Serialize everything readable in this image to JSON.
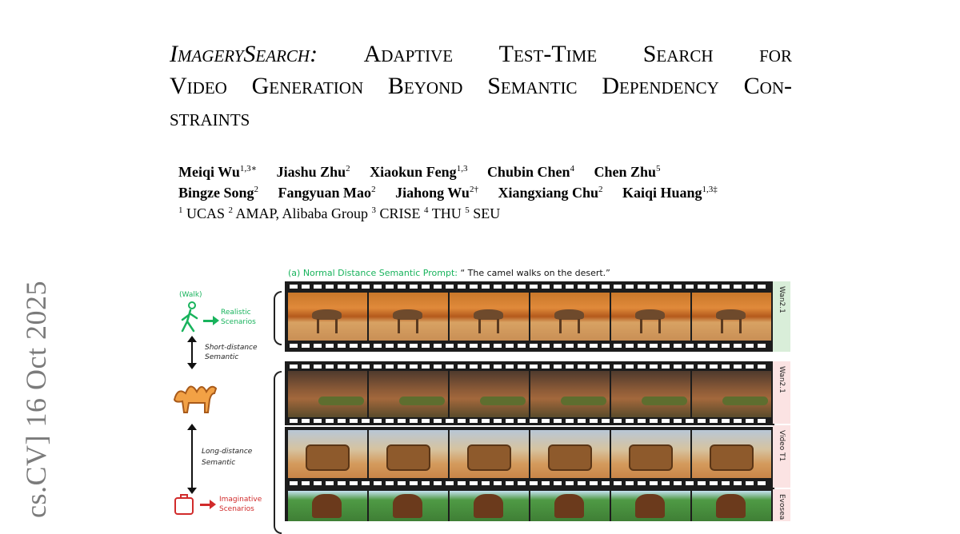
{
  "arxiv_stamp": "cs.CV]  16 Oct 2025",
  "title": {
    "line1": [
      "ImagerySearch:",
      "Adaptive",
      "Test-Time",
      "Search",
      "for"
    ],
    "line2": [
      "Video",
      "Generation",
      "Beyond",
      "Semantic",
      "Dependency",
      "Con-"
    ],
    "line3": "straints"
  },
  "authors": {
    "row1": [
      {
        "name": "Meiqi Wu",
        "sup": "1,3∗"
      },
      {
        "name": "Jiashu Zhu",
        "sup": "2"
      },
      {
        "name": "Xiaokun Feng",
        "sup": "1,3"
      },
      {
        "name": "Chubin Chen",
        "sup": "4"
      },
      {
        "name": "Chen Zhu",
        "sup": "5"
      }
    ],
    "row2": [
      {
        "name": "Bingze Song",
        "sup": "2"
      },
      {
        "name": "Fangyuan Mao",
        "sup": "2"
      },
      {
        "name": "Jiahong Wu",
        "sup": "2†"
      },
      {
        "name": "Xiangxiang Chu",
        "sup": "2"
      },
      {
        "name": "Kaiqi Huang",
        "sup": "1,3‡"
      }
    ],
    "affiliations": [
      {
        "sup": "1",
        "text": "UCAS"
      },
      {
        "sup": "2",
        "text": "AMAP, Alibaba Group"
      },
      {
        "sup": "3",
        "text": "CRISE"
      },
      {
        "sup": "4",
        "text": "THU"
      },
      {
        "sup": "5",
        "text": "SEU"
      }
    ]
  },
  "figure": {
    "prompt_label": "(a) Normal Distance Semantic Prompt:",
    "prompt_text": "“ The camel walks on the desert.”",
    "walk_label": "(Walk)",
    "realistic_label": "Realistic",
    "realistic_label2": "Scenarios",
    "short_distance": "Short-distance",
    "short_semantic": "Semantic",
    "long_distance": "Long-distance",
    "long_semantic": "Semantic",
    "imaginative_label": "Imaginative",
    "imaginative_label2": "Scenarios",
    "side_labels": [
      "Wan2.1",
      "Wan2.1",
      "Video T1",
      "Evosea"
    ],
    "colors": {
      "green": "#18b35c",
      "red": "#d12b2b"
    }
  }
}
